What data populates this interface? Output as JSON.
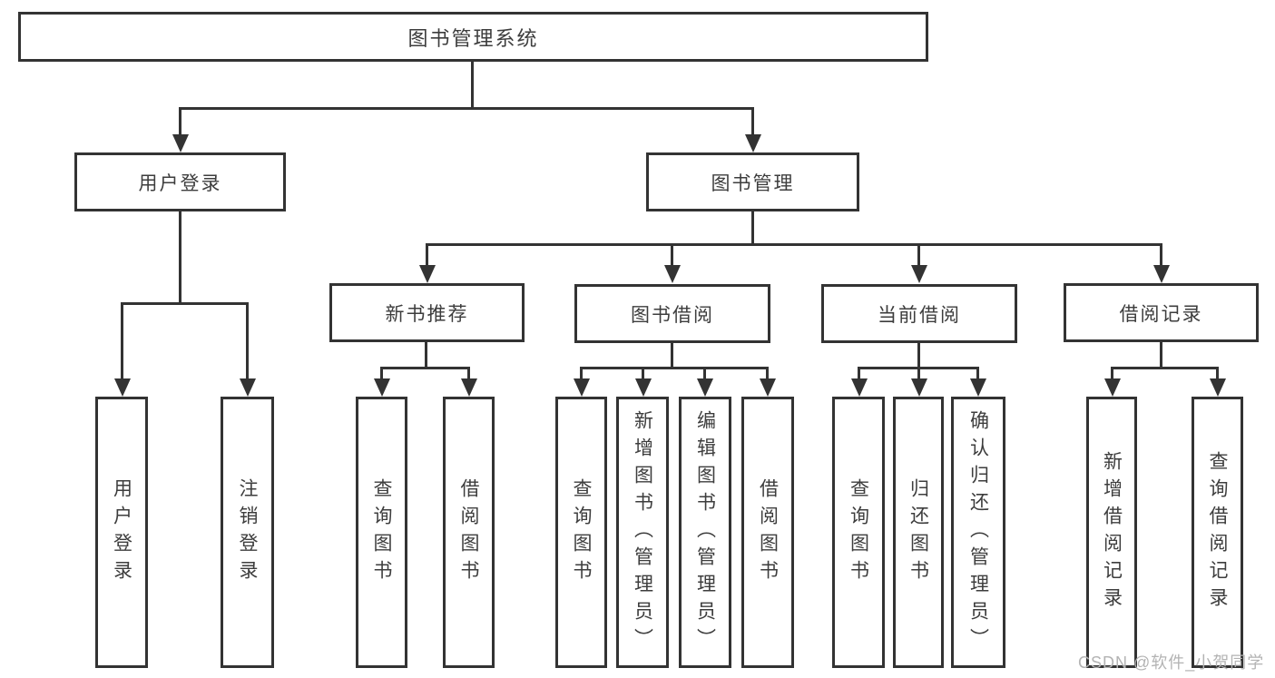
{
  "diagram_title": "图书管理系统",
  "nodes": {
    "root": "图书管理系统",
    "user_login": "用户登录",
    "book_mgmt": "图书管理",
    "new_book": "新书推荐",
    "book_borrow": "图书借阅",
    "current_borrow": "当前借阅",
    "borrow_record": "借阅记录",
    "leaf_user_login": "用户登录",
    "leaf_logout": "注销登录",
    "leaf_nb_query": "查询图书",
    "leaf_nb_borrow": "借阅图书",
    "leaf_bb_query": "查询图书",
    "leaf_bb_add": "新增图书（管理员）",
    "leaf_bb_edit": "编辑图书（管理员）",
    "leaf_bb_borrow": "借阅图书",
    "leaf_cb_query": "查询图书",
    "leaf_cb_return": "归还图书",
    "leaf_cb_confirm": "确认归还（管理员）",
    "leaf_br_add": "新增借阅记录",
    "leaf_br_query": "查询借阅记录"
  },
  "hierarchy": {
    "图书管理系统": {
      "用户登录": [
        "用户登录",
        "注销登录"
      ],
      "图书管理": {
        "新书推荐": [
          "查询图书",
          "借阅图书"
        ],
        "图书借阅": [
          "查询图书",
          "新增图书（管理员）",
          "编辑图书（管理员）",
          "借阅图书"
        ],
        "当前借阅": [
          "查询图书",
          "归还图书",
          "确认归还（管理员）"
        ],
        "借阅记录": [
          "新增借阅记录",
          "查询借阅记录"
        ]
      }
    }
  },
  "watermark": "CSDN @软件_小贺同学",
  "colors": {
    "line": "#333333",
    "text": "#3d3d3d",
    "watermark": "#b3b3b3",
    "background": "#ffffff"
  }
}
